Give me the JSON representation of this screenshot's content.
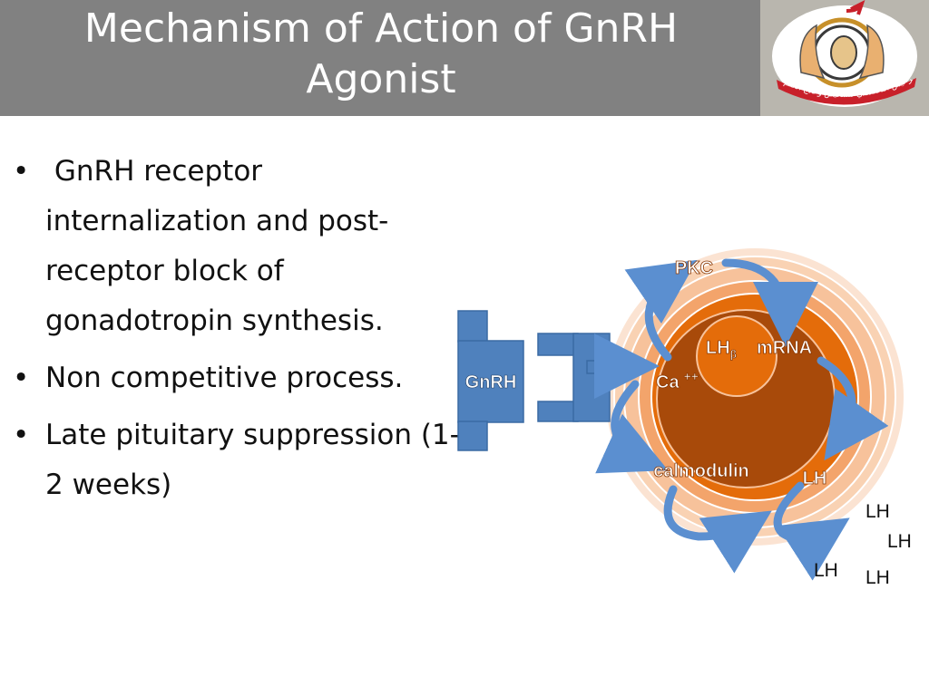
{
  "slide": {
    "title_line1": "Mechanism of Action of GnRH",
    "title_line2": "Agonist"
  },
  "logo": {
    "text": "مركز ليس التخصصي لتشخيص وعلاج العقم",
    "icon": "hands-embryo-logo-icon"
  },
  "bullets": [
    {
      "marker": "•",
      "text": " GnRH receptor internalization and post-receptor block of gonadotropin synthesis."
    },
    {
      "marker": "•",
      "text": "Non competitive process."
    },
    {
      "marker": "•",
      "text": "Late pituitary suppression (1-2 weeks)"
    }
  ],
  "diagram": {
    "gnrh_label": "GnRH",
    "pkc_label": "PKC",
    "lh_beta_label": "LH",
    "lh_beta_sub": "β",
    "mrna_label": "mRNA",
    "ca_label": "Ca",
    "ca_sup": "++",
    "calmodulin_label": "calmodulin",
    "lh_label": "LH",
    "released_lh": [
      "LH",
      "LH",
      "LH",
      "LH"
    ],
    "colors": {
      "outer_ring": "#f9d9c2",
      "mid_ring": "#f7bd93",
      "cytoplasm": "#e46c0a",
      "nucleus": "#a84a0a",
      "arrow": "#5b8fd0",
      "receptor": "#4f81bd"
    }
  }
}
